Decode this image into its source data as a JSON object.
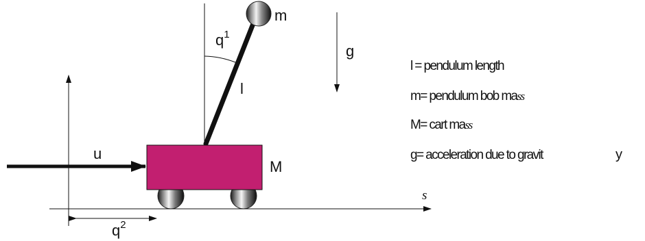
{
  "labels": {
    "pendulum_mass": "m",
    "gravity": "g",
    "angle_base": "q",
    "angle_sup": "1",
    "length": "l",
    "force": "u",
    "cart_mass": "M",
    "position_base": "q",
    "position_sup": "2",
    "axis": "s",
    "stray": "y"
  },
  "legend": [
    {
      "lead": "l = ",
      "body": "pendulum length",
      "tail": ""
    },
    {
      "lead": "m= ",
      "body": "pendulum bob ma",
      "tail": "ss"
    },
    {
      "lead": "M= ",
      "body": "cart ma",
      "tail": "ss"
    },
    {
      "lead": "g= ",
      "body": "acceleration due to gravit",
      "tail": ""
    }
  ],
  "colors": {
    "cart": "#c21f70",
    "line": "#111111",
    "background": "#ffffff"
  },
  "icons": {
    "wheel": "shaded-cylinder",
    "bob": "shaded-sphere"
  }
}
